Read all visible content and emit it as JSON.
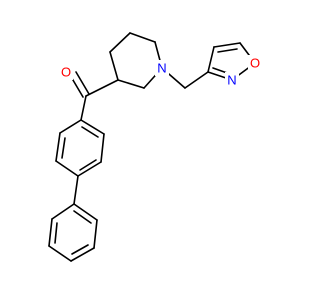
{
  "molecule": {
    "atom_labels": {
      "carbonyl_oxygen": "O",
      "piperidine_nitrogen": "N",
      "isoxazole_nitrogen": "N",
      "isoxazole_oxygen": "O"
    },
    "colors": {
      "bond": "#000000",
      "oxygen": "#ff0000",
      "nitrogen": "#0000ff"
    }
  }
}
